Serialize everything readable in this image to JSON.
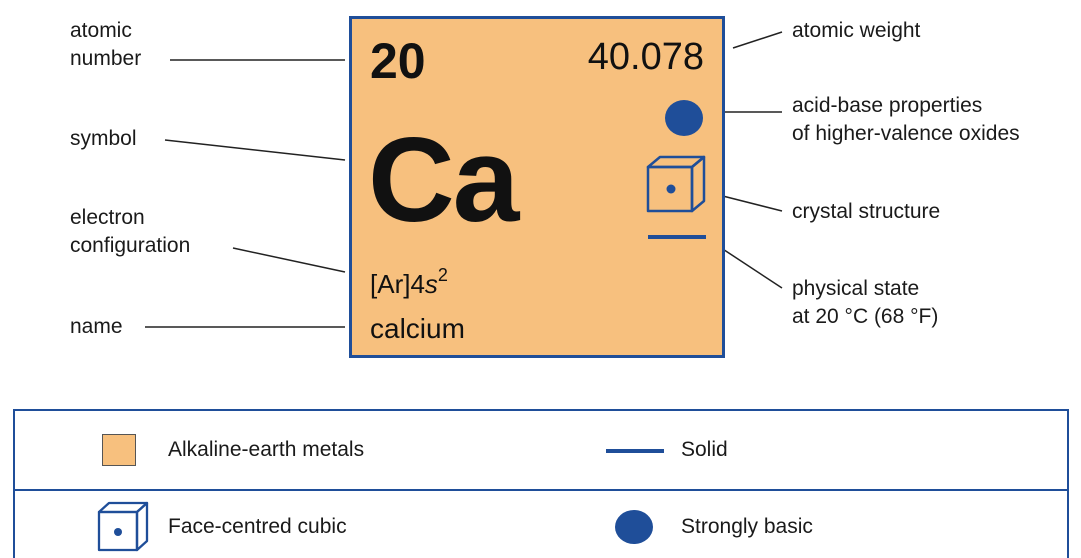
{
  "tile": {
    "atomic_number": "20",
    "atomic_weight": "40.078",
    "symbol": "Ca",
    "config_base": "[Ar]4",
    "config_orbital": "s",
    "config_exponent": "2",
    "name": "calcium",
    "fill_color": "#f7c07e",
    "border_color": "#1f4e99"
  },
  "labels": {
    "atomic_number": [
      "atomic",
      "number"
    ],
    "symbol": "symbol",
    "electron_configuration": [
      "electron",
      "configuration"
    ],
    "name": "name",
    "atomic_weight": "atomic weight",
    "acid_base": [
      "acid-base properties",
      "of higher-valence oxides"
    ],
    "crystal_structure": "crystal structure",
    "physical_state": [
      "physical state",
      "at 20 °C (68 °F)"
    ]
  },
  "legend": {
    "category": "Alkaline-earth metals",
    "state": "Solid",
    "crystal": "Face-centred cubic",
    "acid_base": "Strongly basic"
  },
  "icons": {
    "acid_base": "filled-circle-icon",
    "crystal": "cube-icon",
    "state": "horizontal-bar-icon",
    "category": "color-swatch-icon"
  },
  "colors": {
    "accent": "#1f4e99",
    "category": "#f7c07e"
  }
}
